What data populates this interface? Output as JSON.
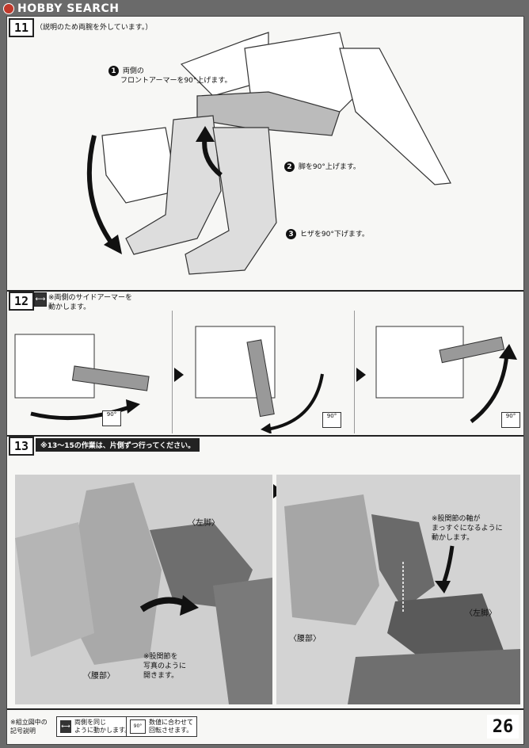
{
  "header": {
    "logo_text": "HOBBY SEARCH"
  },
  "step11": {
    "number": "11",
    "note": "（説明のため両腕を外しています。）",
    "callouts": [
      {
        "num": "1",
        "text1": "両側の",
        "text2": "フロントアーマーを90°上げます。"
      },
      {
        "num": "2",
        "text1": "脚を90°上げます。"
      },
      {
        "num": "3",
        "text1": "ヒザを90°下げます。"
      }
    ]
  },
  "step12": {
    "number": "12",
    "note1": "※両側のサイドアーマーを",
    "note2": "動かします。",
    "badge": "90°"
  },
  "step13": {
    "number": "13",
    "header": "※13～15の作業は、片側ずつ行ってください。",
    "left_labels": {
      "left_leg": "〈左脚〉",
      "waist": "〈腰部〉",
      "note1": "※股関節を",
      "note2": "写真のように",
      "note3": "開きます。"
    },
    "right_labels": {
      "note1": "※股関節の軸が",
      "note2": "まっすぐになるように",
      "note3": "動かします。",
      "left_leg": "〈左脚〉",
      "waist": "〈腰部〉"
    }
  },
  "footer": {
    "legend_title1": "※組立図中の",
    "legend_title2": "記号説明",
    "legend1_line1": "両側を同じ",
    "legend1_line2": "ように動かします。",
    "legend2_badge": "90°",
    "legend2_line1": "数値に合わせて",
    "legend2_line2": "回転させます。",
    "page_number": "26"
  }
}
